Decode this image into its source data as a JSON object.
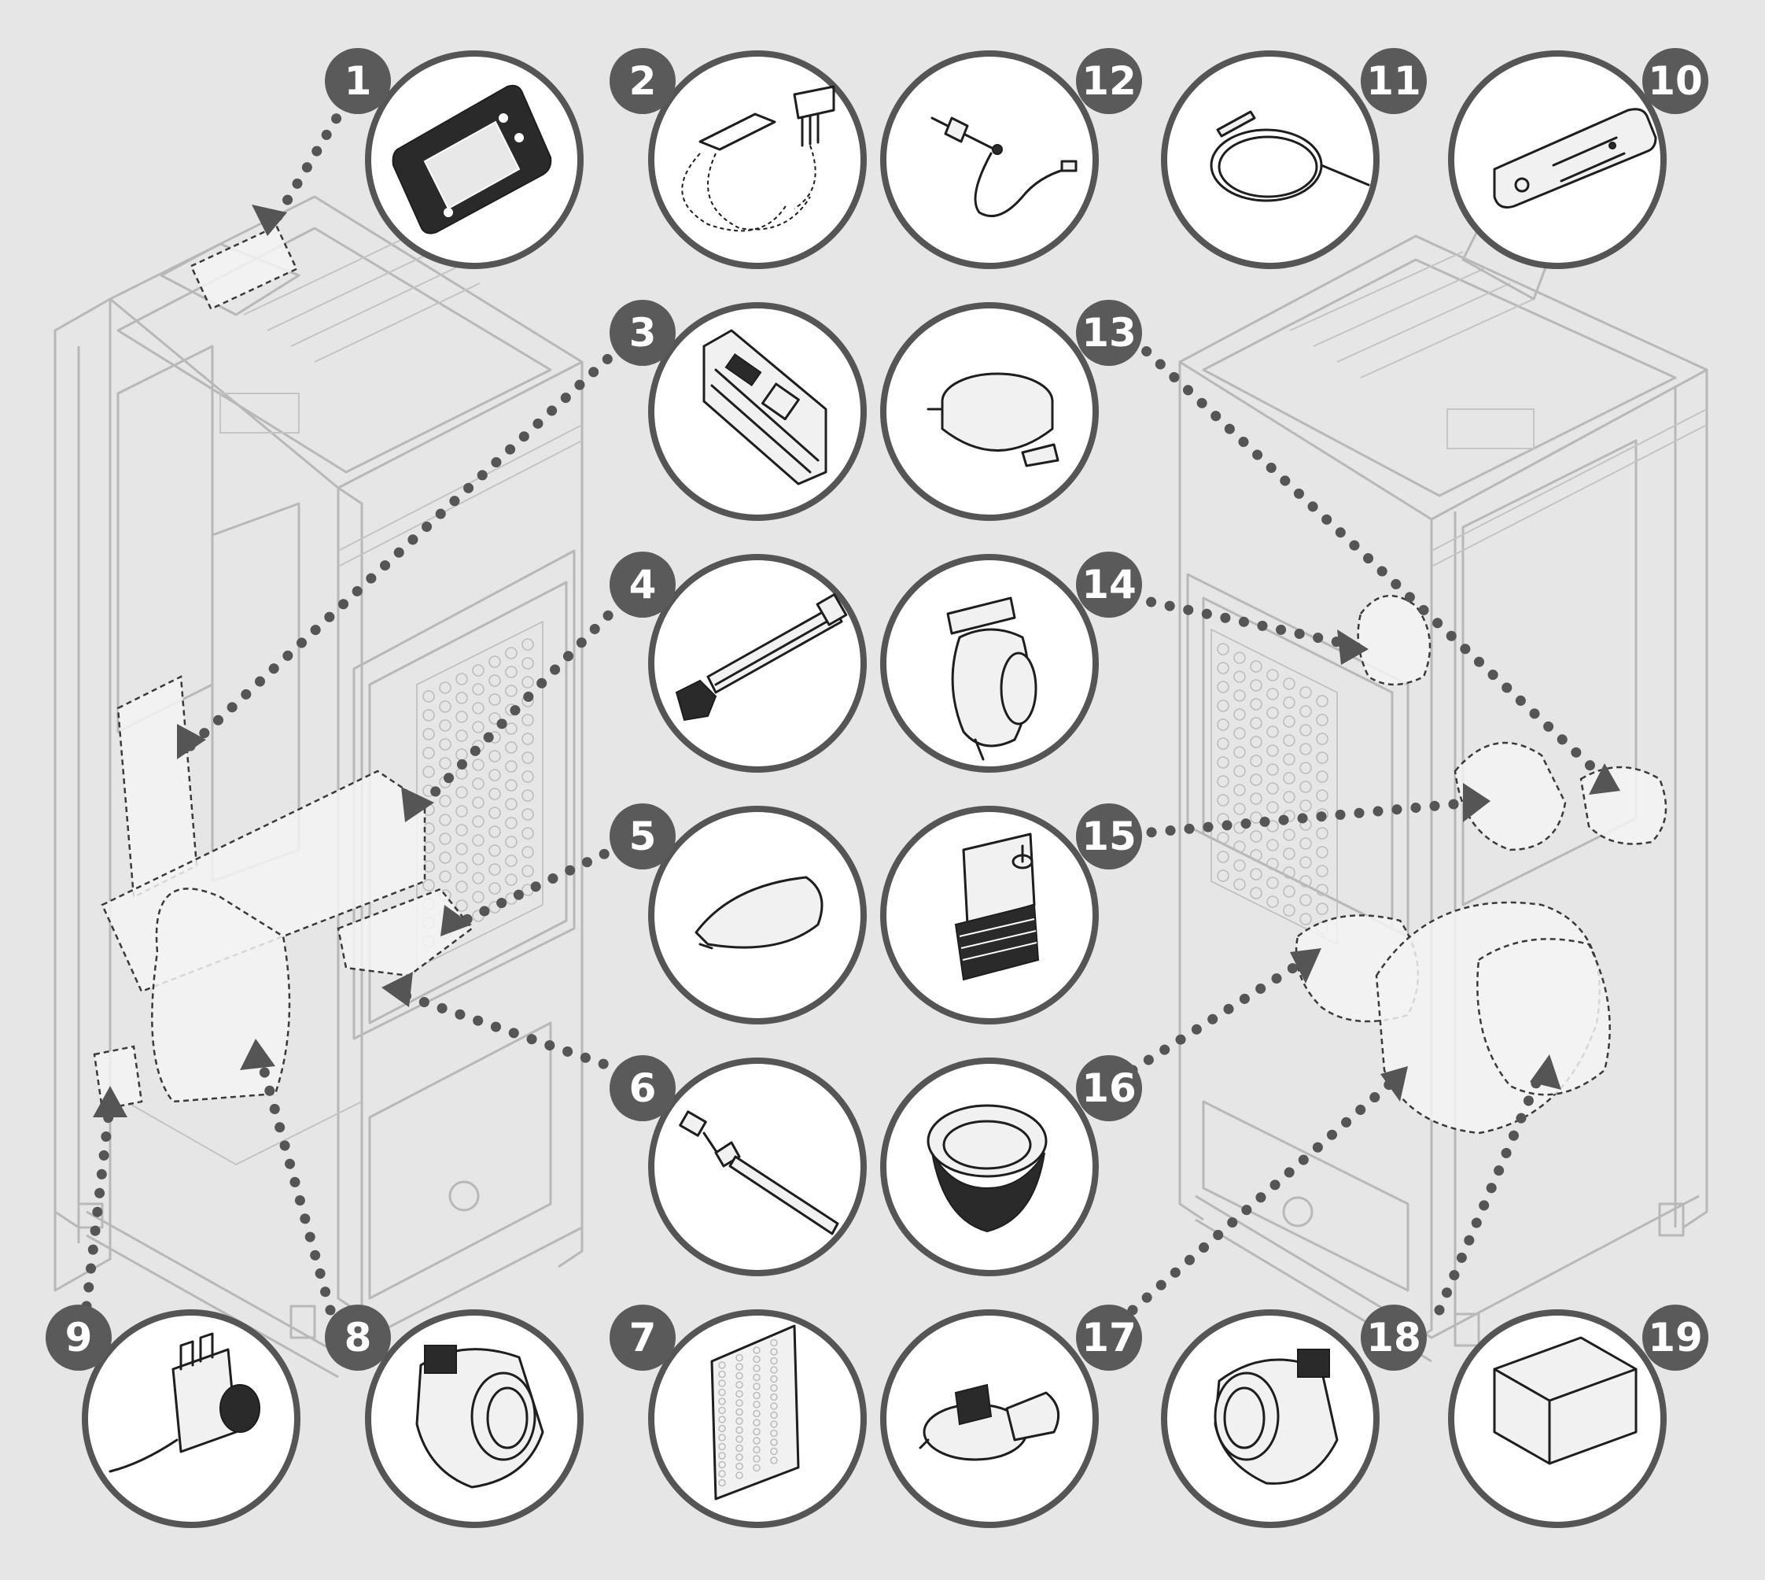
{
  "callouts": [
    {
      "label": "1",
      "part": "control-panel"
    },
    {
      "label": "2",
      "part": "ribbon-cables"
    },
    {
      "label": "3",
      "part": "electronic-board"
    },
    {
      "label": "4",
      "part": "auger-motor-assembly"
    },
    {
      "label": "5",
      "part": "brazier-cover"
    },
    {
      "label": "6",
      "part": "glow-plug"
    },
    {
      "label": "7",
      "part": "perforated-panel"
    },
    {
      "label": "8",
      "part": "fan"
    },
    {
      "label": "9",
      "part": "safety-thermostat"
    },
    {
      "label": "10",
      "part": "remote-control"
    },
    {
      "label": "11",
      "part": "temperature-probe"
    },
    {
      "label": "12",
      "part": "smoke-probe"
    },
    {
      "label": "13",
      "part": "pressure-switch"
    },
    {
      "label": "14",
      "part": "smoke-extractor"
    },
    {
      "label": "15",
      "part": "gear-motor"
    },
    {
      "label": "16",
      "part": "brazier"
    },
    {
      "label": "17",
      "part": "exhaust-fan"
    },
    {
      "label": "18",
      "part": "fan"
    },
    {
      "label": "19",
      "part": "ash-drawer"
    }
  ],
  "colors": {
    "background": "#e6e6e6",
    "badge": "#5a5a5a",
    "ring": "#555555",
    "stove_outline": "#b8b8b8",
    "leader": "#555555"
  }
}
